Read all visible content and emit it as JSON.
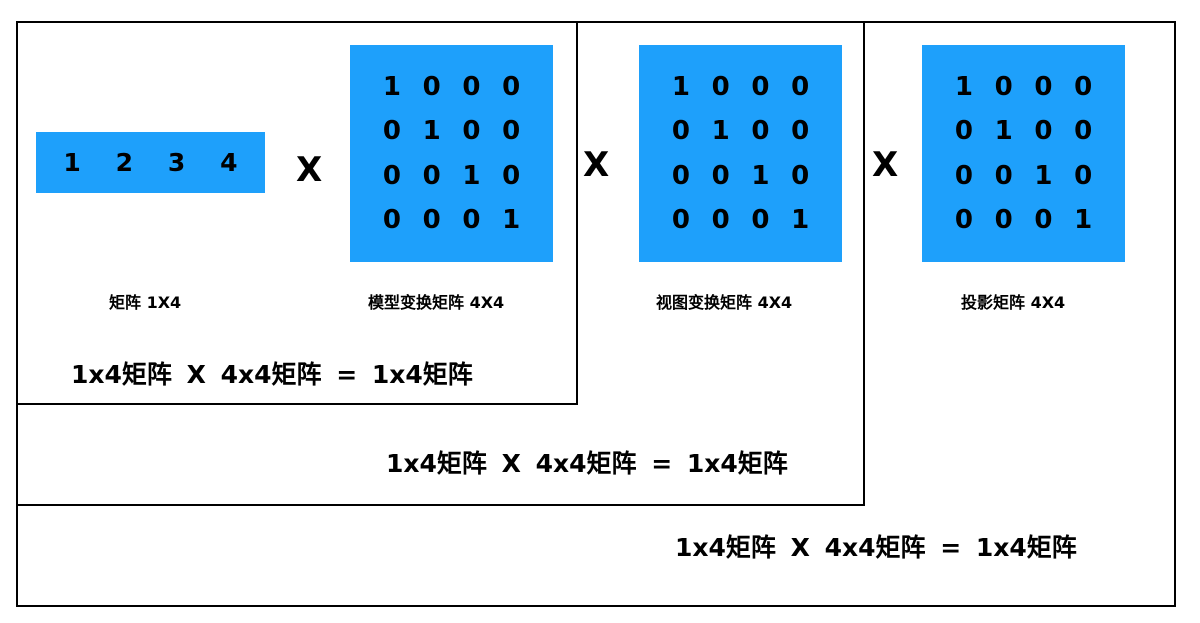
{
  "row_vector": {
    "values": [
      "1",
      "2",
      "3",
      "4"
    ],
    "caption": "矩阵 1X4"
  },
  "operator": "X",
  "matrices": [
    {
      "caption": "模型变换矩阵 4X4",
      "cells": [
        "1",
        "0",
        "0",
        "0",
        "0",
        "1",
        "0",
        "0",
        "0",
        "0",
        "1",
        "0",
        "0",
        "0",
        "0",
        "1"
      ]
    },
    {
      "caption": "视图变换矩阵 4X4",
      "cells": [
        "1",
        "0",
        "0",
        "0",
        "0",
        "1",
        "0",
        "0",
        "0",
        "0",
        "1",
        "0",
        "0",
        "0",
        "0",
        "1"
      ]
    },
    {
      "caption": "投影矩阵 4X4",
      "cells": [
        "1",
        "0",
        "0",
        "0",
        "0",
        "1",
        "0",
        "0",
        "0",
        "0",
        "1",
        "0",
        "0",
        "0",
        "0",
        "1"
      ]
    }
  ],
  "equations": [
    "1x4矩阵   X  4x4矩阵 =  1x4矩阵",
    "1x4矩阵   X  4x4矩阵 =  1x4矩阵",
    "1x4矩阵   X  4x4矩阵 =  1x4矩阵"
  ],
  "colors": {
    "matrix_fill": "#1ea0fb",
    "frame_stroke": "#000000"
  }
}
